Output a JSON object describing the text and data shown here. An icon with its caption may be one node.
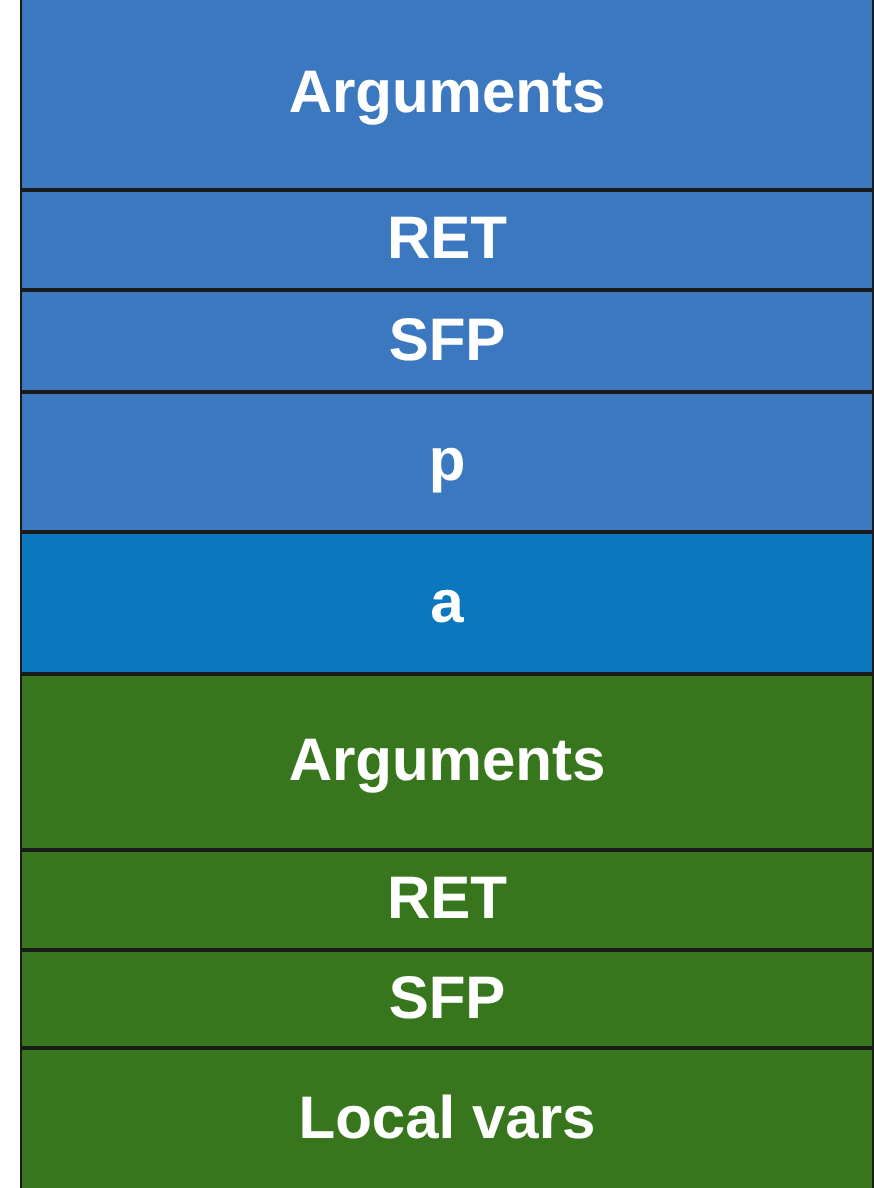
{
  "diagram": {
    "nodes": [
      {
        "text": [
          "Arguments"
        ]
      },
      {
        "text": [
          "RET"
        ]
      },
      {
        "text": [
          "SFP"
        ]
      },
      {
        "text": [
          "p"
        ]
      },
      {
        "text": [
          "a"
        ]
      },
      {
        "text": [
          "Arguments"
        ]
      },
      {
        "text": [
          "RET"
        ]
      },
      {
        "text": [
          "SFP"
        ]
      },
      {
        "text": [
          "Local vars"
        ]
      }
    ]
  }
}
